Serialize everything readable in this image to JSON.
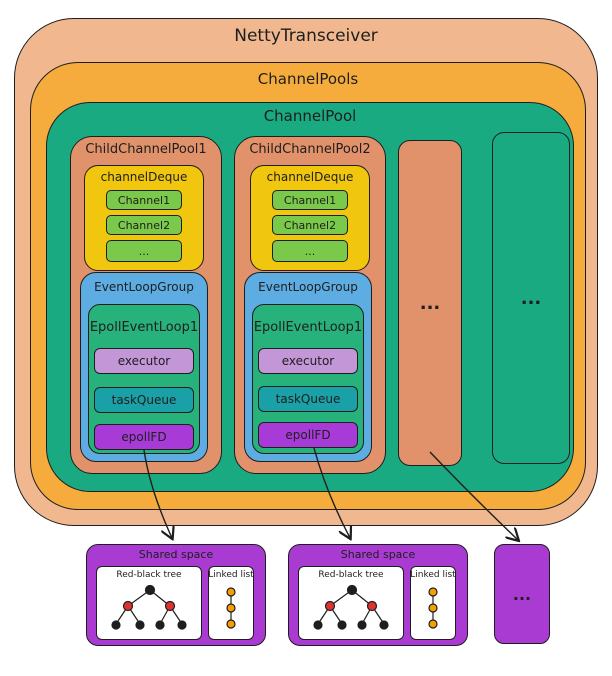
{
  "title": "NettyTransceiver",
  "pools_label": "ChannelPools",
  "pool_label": "ChannelPool",
  "children": [
    {
      "name": "ChildChannelPool1",
      "deque": "channelDeque",
      "channels": [
        "Channel1",
        "Channel2",
        "..."
      ],
      "group": "EventLoopGroup",
      "loop": "EpollEventLoop1",
      "executor": "executor",
      "task_queue": "taskQueue",
      "epoll_fd": "epollFD"
    },
    {
      "name": "ChildChannelPool2",
      "deque": "channelDeque",
      "channels": [
        "Channel1",
        "Channel2",
        "..."
      ],
      "group": "EventLoopGroup",
      "loop": "EpollEventLoop1",
      "executor": "executor",
      "task_queue": "taskQueue",
      "epoll_fd": "epollFD"
    }
  ],
  "ellipsis": "...",
  "shared": [
    {
      "title": "Shared space",
      "tree": "Red-black tree",
      "list": "Linked list"
    },
    {
      "title": "Shared space",
      "tree": "Red-black tree",
      "list": "Linked list"
    }
  ],
  "colors": {
    "outer": "#f1b890",
    "pools": "#f5ac3c",
    "pool": "#1aaa82",
    "child": "#e1926a",
    "deque": "#f0c70e",
    "channel": "#7bc94a",
    "group": "#5dade3",
    "loop": "#27b27b",
    "executor": "#c396d8",
    "task_queue": "#1aa1a8",
    "epoll": "#a83bd8",
    "shared": "#a93bd3"
  }
}
